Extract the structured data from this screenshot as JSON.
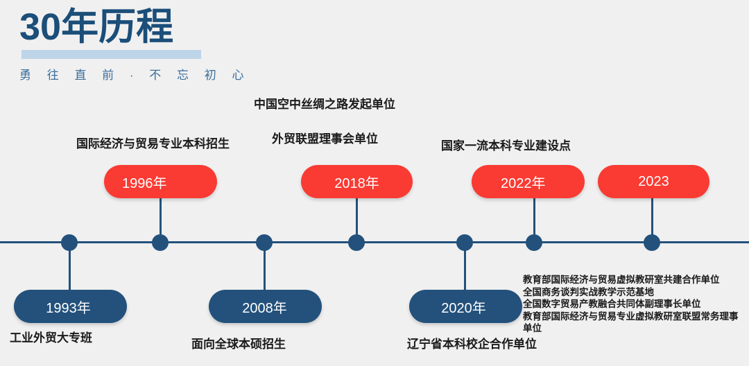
{
  "header": {
    "title": "30年历程",
    "subtitle": "勇 往 直 前 · 不 忘 初 心"
  },
  "colors": {
    "background": "#F0F0F0",
    "navy": "#23517C",
    "red": "#F93B33",
    "underline": "#BED4E8",
    "subtitle_text": "#3C6E9B",
    "caption_text": "#1A1A1A",
    "pill_text": "#FFFFFF"
  },
  "timeline": {
    "milestones": [
      {
        "year": "1993年",
        "side": "below",
        "pill_color": "#23517C",
        "caption": "工业外贸大专班",
        "caption_position": "below-pill"
      },
      {
        "year": "1996年",
        "side": "above",
        "pill_color": "#F93B33",
        "caption": "国际经济与贸易专业本科招生",
        "caption_position": "above-pill"
      },
      {
        "year": "2008年",
        "side": "below",
        "pill_color": "#23517C",
        "caption": "面向全球本硕招生",
        "caption_position": "below-pill"
      },
      {
        "year": "2018年",
        "side": "above",
        "pill_color": "#F93B33",
        "caption": "外贸联盟理事会单位",
        "caption_extra": "中国空中丝绸之路发起单位",
        "caption_position": "above-pill"
      },
      {
        "year": "2020年",
        "side": "below",
        "pill_color": "#23517C",
        "caption": "辽宁省本科校企合作单位",
        "caption_position": "below-pill"
      },
      {
        "year": "2022年",
        "side": "above",
        "pill_color": "#F93B33",
        "caption": "国家一流本科专业建设点",
        "caption_position": "above-pill"
      },
      {
        "year": "2023",
        "side": "above",
        "pill_color": "#F93B33",
        "caption": "",
        "caption_position": "none"
      }
    ]
  },
  "achievements_2023": [
    "教育部国际经济与贸易虚拟教研室共建合作单位",
    "全国商务谈判实战教学示范基地",
    "全国数字贸易产教融合共同体副理事长单位",
    "教育部国际经济与贸易专业虚拟教研室联盟常务理事单位"
  ]
}
